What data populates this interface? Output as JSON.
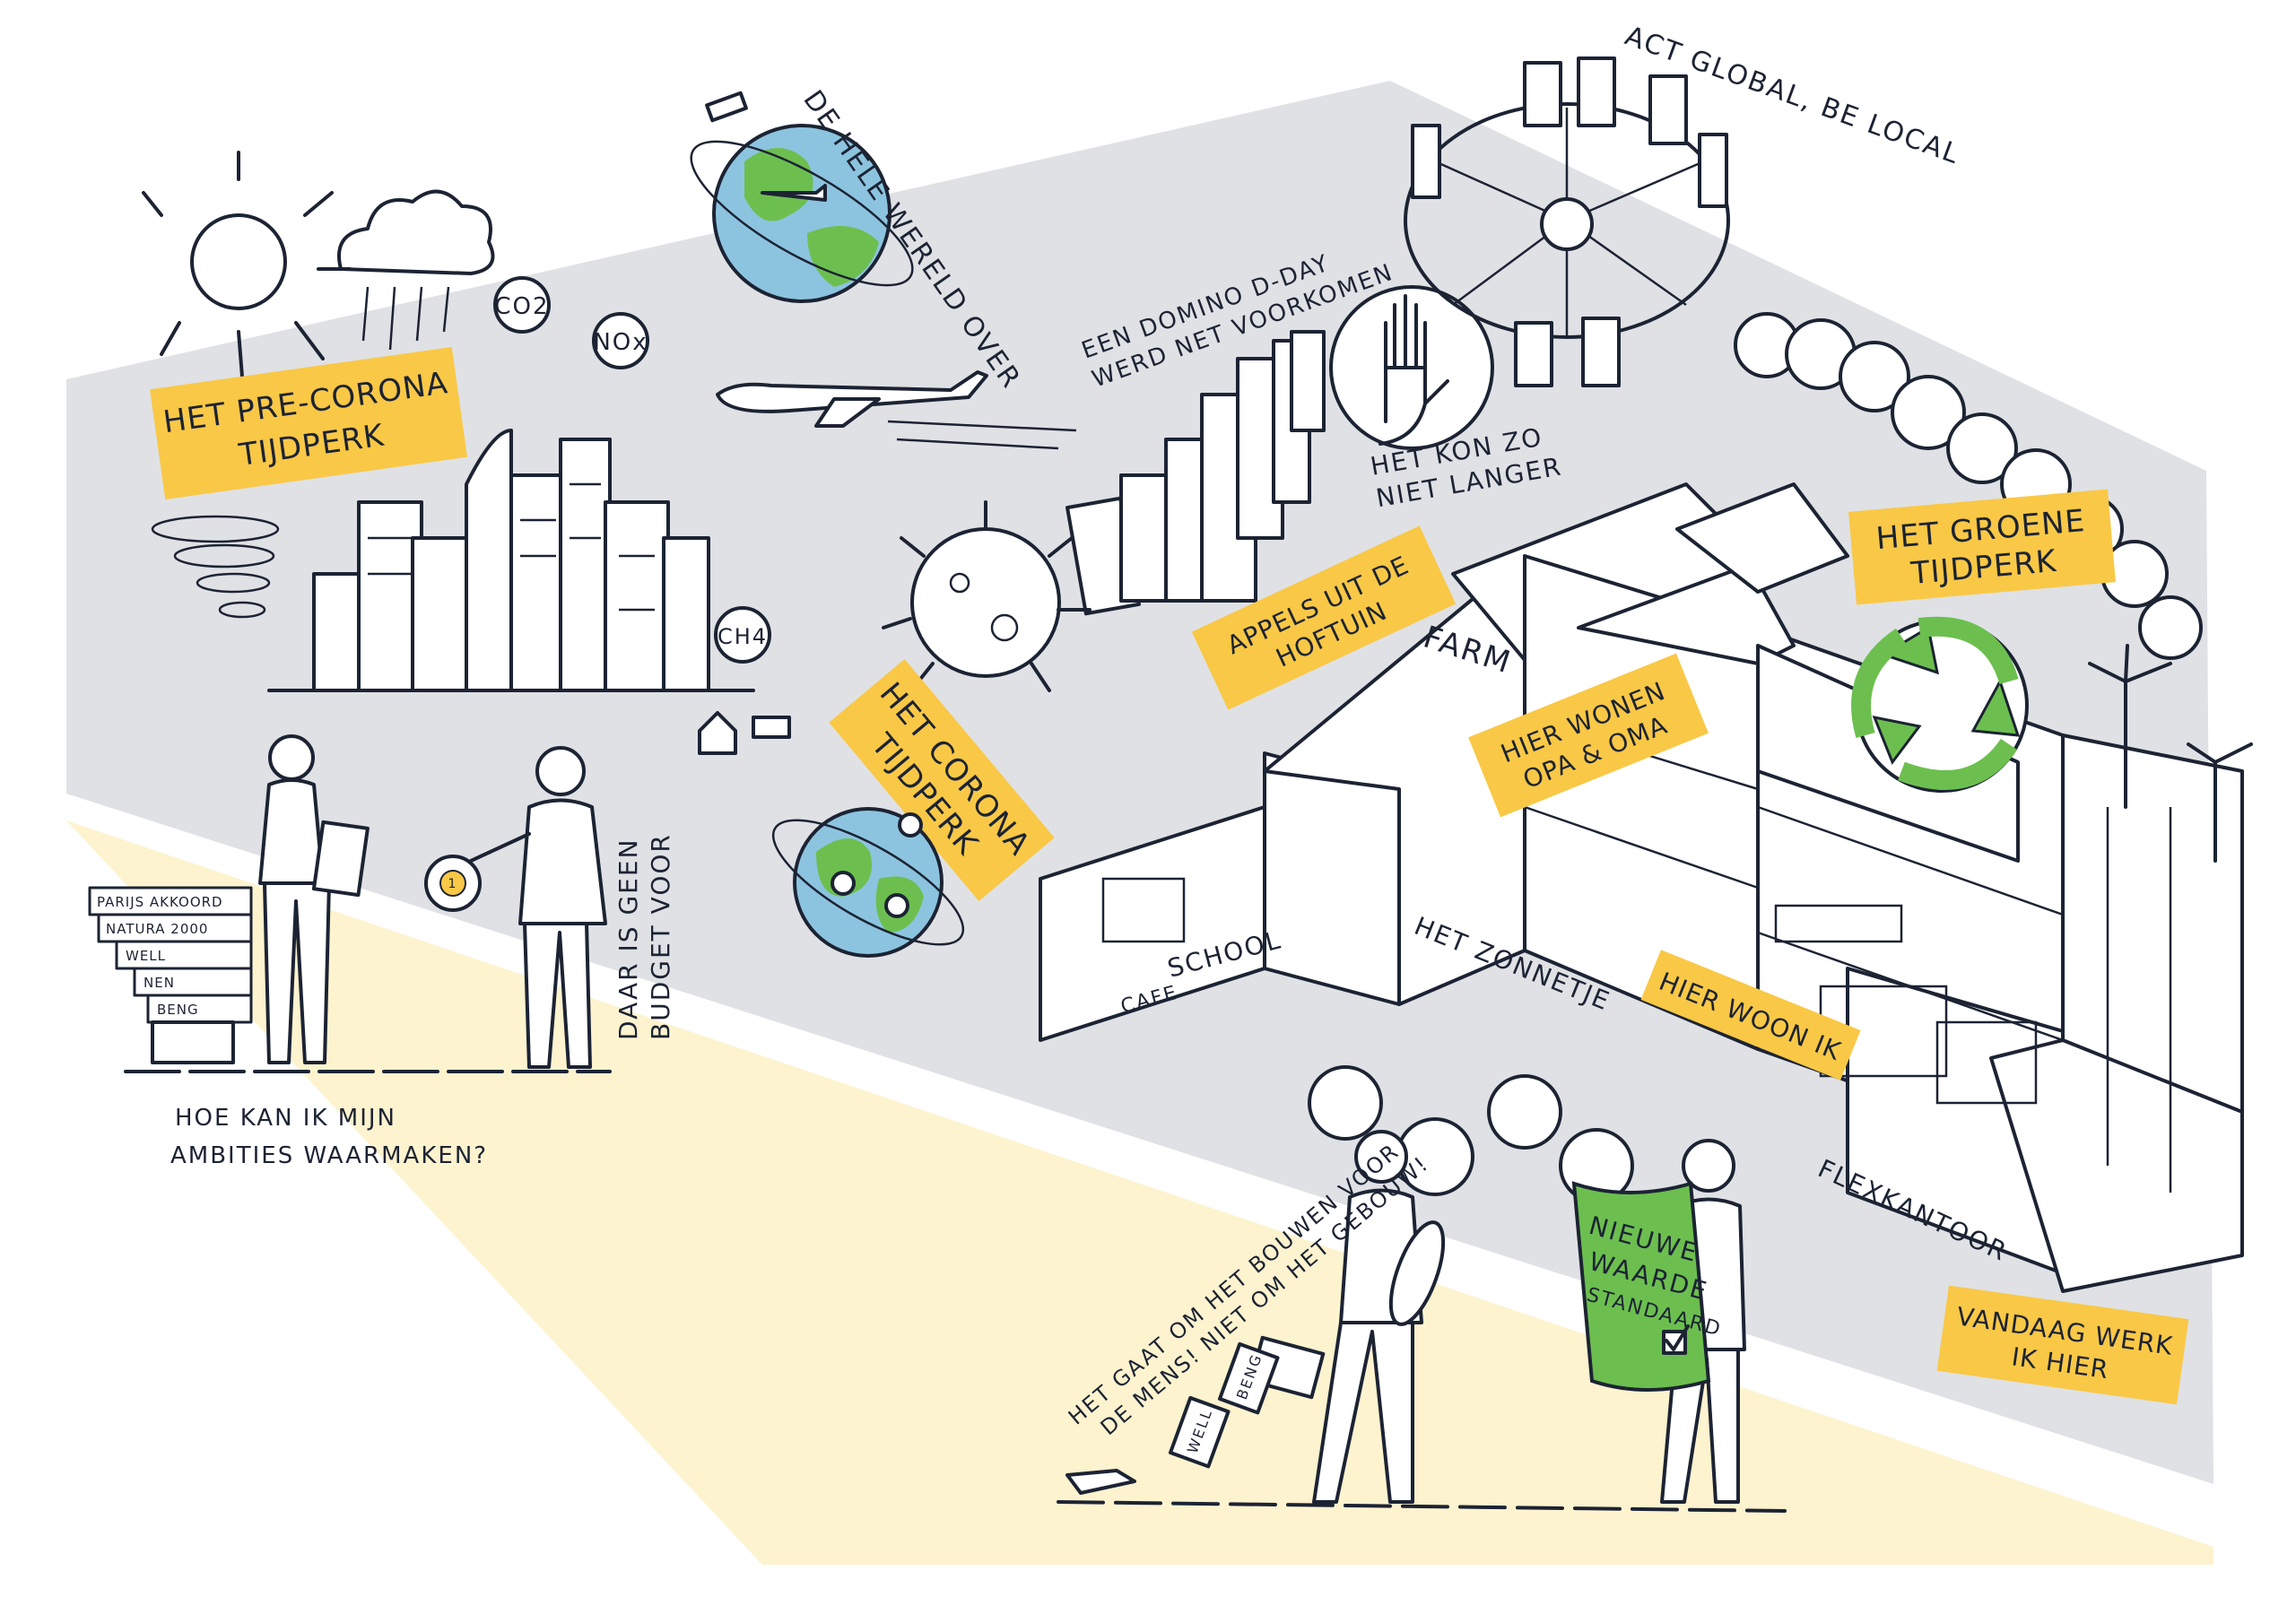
{
  "colors": {
    "background_gray": "#dfe1e5",
    "light_yellow": "#fdf3cf",
    "tag_yellow": "#f9c846",
    "green": "#6cbf4f",
    "globe_blue": "#8cc4e0",
    "ink": "#1c2333"
  },
  "pre_corona": {
    "tag": [
      "HET PRE-CORONA",
      "TIJDPERK"
    ],
    "gases": {
      "co2": "CO2",
      "nox": "NOx",
      "ch4": "CH4"
    },
    "world_caption": "DE HELE WERELD OVER",
    "domino_caption": [
      "EEN DOMINO D-DAY",
      "WERD NET VOORKOMEN"
    ]
  },
  "corona": {
    "tag": [
      "HET CORONA",
      "TIJDPERK"
    ],
    "stop_caption": [
      "HET KON ZO",
      "NIET LANGER"
    ],
    "global_caption": "ACT GLOBAL, BE LOCAL"
  },
  "green_era": {
    "tag": [
      "HET GROENE",
      "TIJDPERK"
    ],
    "apples_tag": [
      "APPELS UIT DE",
      "HOFTUIN"
    ],
    "farm": "FARM",
    "grandparents_tag": [
      "HIER WONEN",
      "OPA & OMA"
    ],
    "school": "SCHOOL",
    "cafe": "CAFE",
    "sun_building": "HET ZONNETJE",
    "home_tag": "HIER WOON IK",
    "office": "FLEXKANTOOR",
    "work_tag": [
      "VANDAAG WERK",
      "IK HIER"
    ]
  },
  "left_scene": {
    "documents": [
      "PARIJS AKKOORD",
      "NATURA 2000",
      "WELL",
      "NEN",
      "BENG"
    ],
    "coin": "1",
    "budget_caption": [
      "DAAR IS GEEN",
      "BUDGET VOOR"
    ],
    "question": [
      "HOE KAN IK MIJN",
      "AMBITIES WAARMAKEN?"
    ]
  },
  "right_scene": {
    "people_caption": [
      "HET GAAT OM HET BOUWEN VOOR",
      "DE MENS! NIET OM HET GEBOUW!"
    ],
    "dropped_papers": [
      "BENG",
      "WELL"
    ],
    "sign": [
      "NIEUWE",
      "WAARDE",
      "STANDAARD"
    ]
  }
}
